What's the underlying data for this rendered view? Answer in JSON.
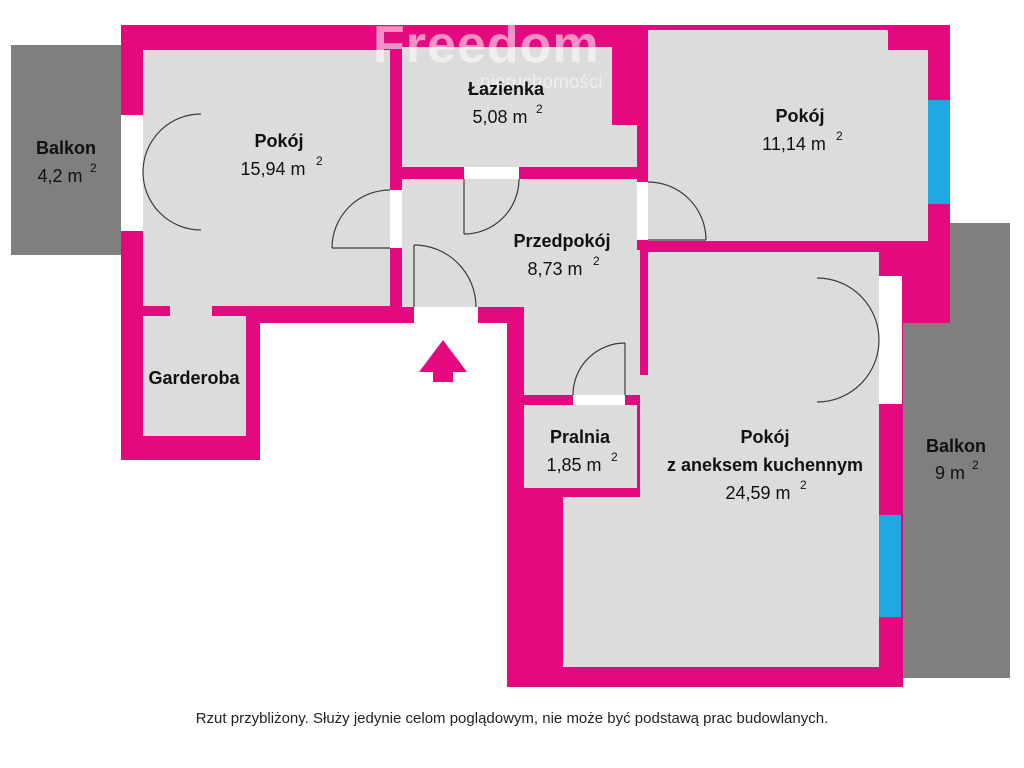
{
  "watermark": {
    "brand": "Freedom",
    "subtitle": "nieruchomości"
  },
  "rooms": {
    "balkon_left": {
      "name": "Balkon",
      "area": "4,2 m",
      "sup": "2"
    },
    "pokoj_1": {
      "name": "Pokój",
      "area": "15,94 m",
      "sup": "2"
    },
    "lazienka": {
      "name": "Łazienka",
      "area": "5,08 m",
      "sup": "2"
    },
    "pokoj_2": {
      "name": "Pokój",
      "area": "11,14 m",
      "sup": "2"
    },
    "przedpokoj": {
      "name": "Przedpokój",
      "area": "8,73 m",
      "sup": "2"
    },
    "garderoba": {
      "name": "Garderoba"
    },
    "pralnia": {
      "name": "Pralnia",
      "area": "1,85 m",
      "sup": "2"
    },
    "pokoj_aneks": {
      "name": "Pokój",
      "name2": "z aneksem kuchennym",
      "area": "24,59 m",
      "sup": "2"
    },
    "balkon_right": {
      "name": "Balkon",
      "area": "9 m",
      "sup": "2"
    }
  },
  "colors": {
    "wall": "#e5097f",
    "floor": "#dcdcdc",
    "balcony": "#7f7f7f",
    "window": "#1ea9e1"
  },
  "footer": {
    "note": "Rzut przybliżony. Służy jedynie celom poglądowym, nie może być podstawą prac budowlanych."
  }
}
